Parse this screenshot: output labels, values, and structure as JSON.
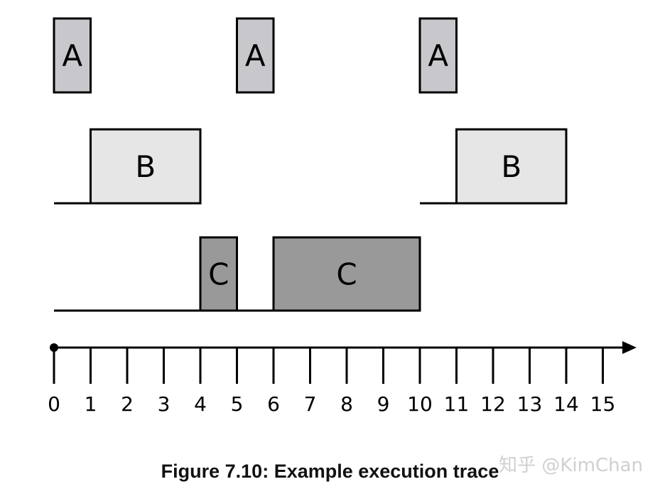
{
  "caption": "Figure 7.10: Example execution trace",
  "watermark": "知乎 @KimChan",
  "colors": {
    "A": "#c8c8cc",
    "B": "#e6e6e6",
    "C": "#999999",
    "line": "#000000"
  },
  "timeline": {
    "ticks": [
      "0",
      "1",
      "2",
      "3",
      "4",
      "5",
      "6",
      "7",
      "8",
      "9",
      "10",
      "11",
      "12",
      "13",
      "14",
      "15"
    ]
  },
  "tasks": [
    {
      "name": "A",
      "segments": [
        {
          "start": 0,
          "end": 1,
          "label": "A"
        },
        {
          "start": 5,
          "end": 6,
          "label": "A"
        },
        {
          "start": 10,
          "end": 11,
          "label": "A"
        }
      ],
      "idle": []
    },
    {
      "name": "B",
      "segments": [
        {
          "start": 1,
          "end": 4,
          "label": "B"
        },
        {
          "start": 11,
          "end": 14,
          "label": "B"
        }
      ],
      "idle": [
        {
          "start": 0,
          "end": 1
        },
        {
          "start": 10,
          "end": 11
        }
      ]
    },
    {
      "name": "C",
      "segments": [
        {
          "start": 4,
          "end": 5,
          "label": "C"
        },
        {
          "start": 6,
          "end": 10,
          "label": "C"
        }
      ],
      "idle": [
        {
          "start": 0,
          "end": 4
        },
        {
          "start": 5,
          "end": 6
        }
      ]
    }
  ]
}
